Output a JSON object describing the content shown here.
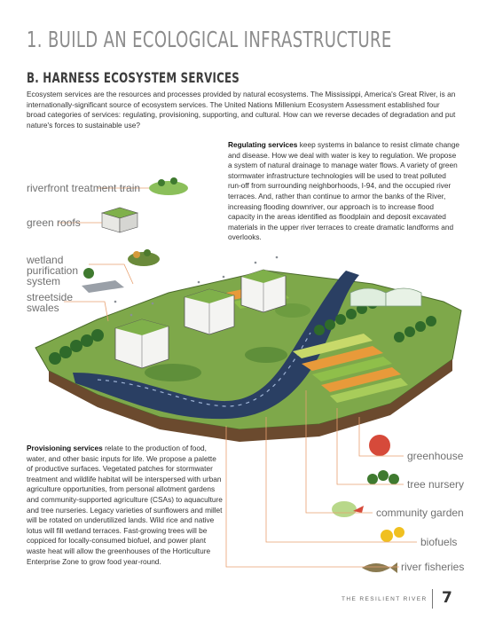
{
  "title": "1. BUILD AN ECOLOGICAL INFRASTRUCTURE",
  "subtitle": "B. HARNESS ECOSYSTEM SERVICES",
  "intro": "Ecosystem services are the resources and processes provided by natural ecosystems. The Mississippi, America's Great River, is an internationally-significant source of ecosystem services. The United Nations Millenium Ecosystem Assessment established four broad categories of services: regulating, provisioning, supporting, and cultural. How can we reverse decades of degradation and put nature's forces to sustainable use?",
  "regulating": {
    "lead": "Regulating services",
    "body": " keep systems in balance to resist climate change and disease. How we deal with water is key to regulation. We propose a system of natural drainage to manage water flows. A variety of green stormwater infrastructure technologies will be used to treat polluted run-off from surrounding neighborhoods, I-94, and the occupied river terraces. And, rather than continue to armor the banks of the River, increasing flooding downriver, our approach is to increase flood capacity in the areas identified as floodplain and deposit excavated materials in the upper river terraces to create dramatic landforms and overlooks."
  },
  "provisioning": {
    "lead": "Provisioning services",
    "body": " relate to the production of food, water, and other basic inputs for life. We propose a palette of productive surfaces. Vegetated patches for stormwater treatment and wildlife habitat will be interspersed with urban agriculture opportunities, from personal allotment gardens and community-supported agriculture (CSAs) to aquaculture and tree nurseries. Legacy varieties of sunflowers and millet will be rotated on underutilized lands. Wild rice and native lotus will fill wetland terraces. Fast-growing trees will be coppiced for locally-consumed biofuel, and power plant waste heat will allow the greenhouses of the Horticulture Enterprise Zone to grow food year-round."
  },
  "labels": {
    "left": [
      "riverfront treatment train",
      "green roofs",
      "wetland purification system",
      "streetside swales"
    ],
    "right": [
      "greenhouse",
      "tree nursery",
      "community garden",
      "biofuels",
      "river fisheries"
    ]
  },
  "footer": {
    "publication": "THE RESILIENT RIVER",
    "page_number": "7"
  },
  "colors": {
    "leader_line": "#e8a070",
    "river": "#2a3f63",
    "terrace_orange": "#e89a3a",
    "terrace_green": "#8fbf4a"
  }
}
